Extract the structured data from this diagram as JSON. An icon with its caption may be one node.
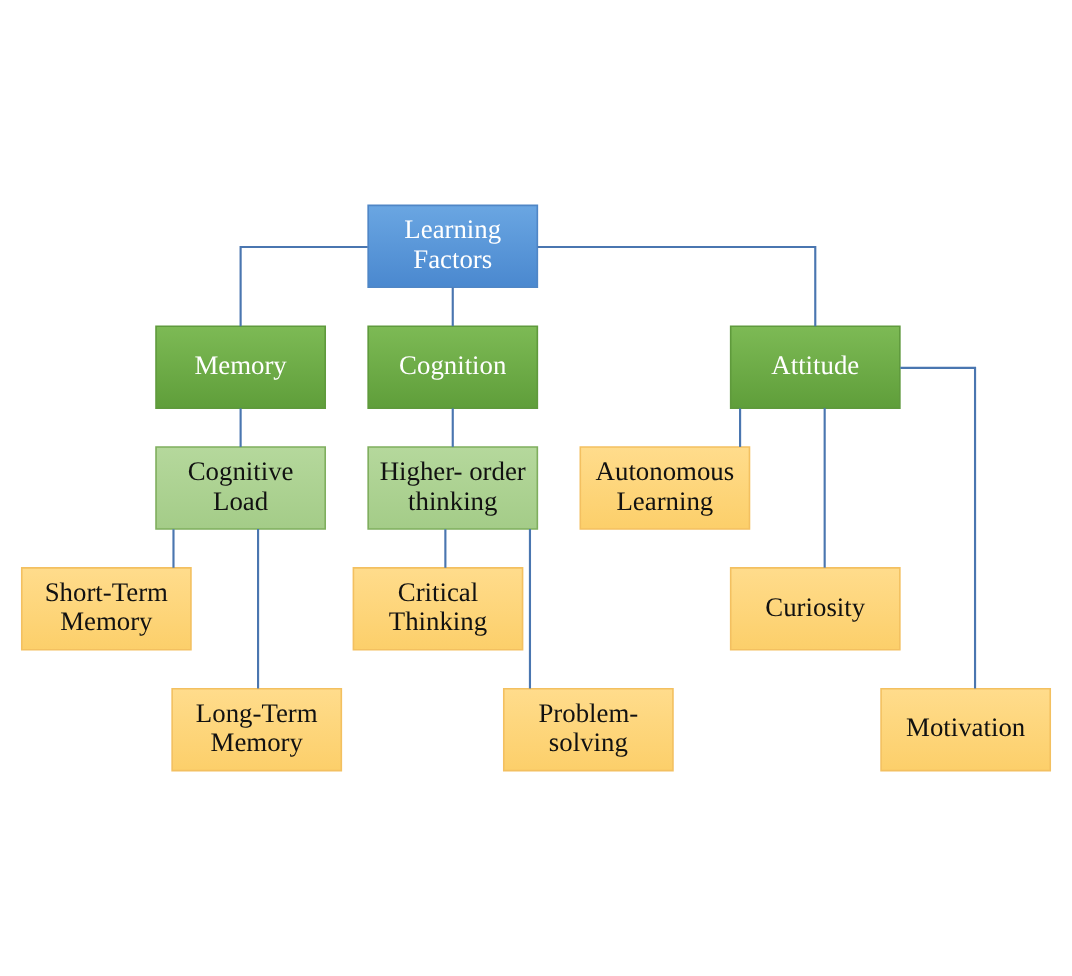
{
  "diagram": {
    "nodes": [
      {
        "text": [
          "Learning Factors"
        ]
      },
      {
        "text": [
          "Memory"
        ]
      },
      {
        "text": [
          "Cognition"
        ]
      },
      {
        "text": [
          "Attitude"
        ]
      },
      {
        "text": [
          "Cognitive Load"
        ]
      },
      {
        "text": [
          "Higher- order thinking"
        ]
      },
      {
        "text": [
          "Short-Term Memory"
        ]
      },
      {
        "text": [
          "Long-Term Memory"
        ]
      },
      {
        "text": [
          "Critical Thinking"
        ]
      },
      {
        "text": [
          "Problem- solving"
        ]
      },
      {
        "text": [
          "Autonomous Learning"
        ]
      },
      {
        "text": [
          "Curiosity"
        ]
      },
      {
        "text": [
          "Motivation"
        ]
      }
    ],
    "edges": [
      {
        "from": 0,
        "to": 1,
        "arrow": "none"
      },
      {
        "from": 0,
        "to": 2,
        "arrow": "none"
      },
      {
        "from": 0,
        "to": 3,
        "arrow": "none"
      },
      {
        "from": 1,
        "to": 4,
        "arrow": "none"
      },
      {
        "from": 2,
        "to": 5,
        "arrow": "none"
      },
      {
        "from": 4,
        "to": 6,
        "arrow": "none"
      },
      {
        "from": 4,
        "to": 7,
        "arrow": "none"
      },
      {
        "from": 5,
        "to": 8,
        "arrow": "none"
      },
      {
        "from": 5,
        "to": 9,
        "arrow": "none"
      },
      {
        "from": 3,
        "to": 10,
        "arrow": "none"
      },
      {
        "from": 3,
        "to": 11,
        "arrow": "none"
      },
      {
        "from": 3,
        "to": 12,
        "arrow": "none"
      }
    ]
  }
}
